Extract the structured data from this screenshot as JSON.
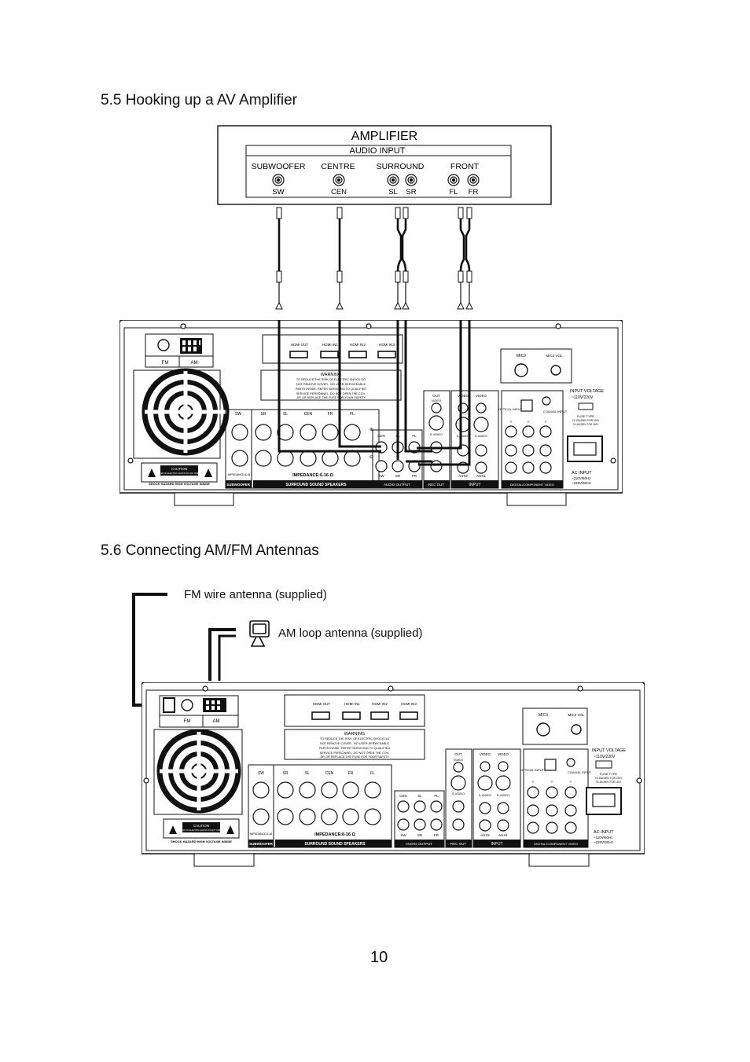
{
  "section_55": {
    "title": "5.5 Hooking up a AV Amplifier"
  },
  "amplifier": {
    "title": "AMPLIFIER",
    "audio_input": "AUDIO INPUT",
    "groups": [
      "SUBWOOFER",
      "CENTRE",
      "SURROUND",
      "FRONT"
    ],
    "jacks": [
      "SW",
      "CEN",
      "SL",
      "SR",
      "FL",
      "FR"
    ]
  },
  "receiver": {
    "fm": "FM",
    "am": "AM",
    "hdmi": [
      "HDMI OUT",
      "HDMI IN1",
      "HDMI IN2",
      "HDMI IN3"
    ],
    "mic3": "MIC3",
    "mic3_vol": "MIC3 VOL",
    "warning_title": "WARNING",
    "warning_lines": [
      "TO REDUCE THE RISK OF ELECTRIC SHOCK DO",
      "NOT REMOVE COVER . NO USER-SERVICEABLE",
      "PARTS INSIDE. REFER SERVICING TO QUALIFIED",
      "SERVICE PERSONNEL. DO NOT OPEN THE COV-",
      "-ER OR REPLACE THE FUSE FOR YOUR SAFETY."
    ],
    "speaker_cols": [
      "SW",
      "SR",
      "SL",
      "CEN",
      "FR",
      "FL"
    ],
    "impedance_small": "IMPEDANCE:6-16",
    "impedance": "IMPEDANCE:6-16 Ω",
    "subwoofer_bar": "SUBWOOFER",
    "surround_bar": "SURROUND SOUND SPEAKERS",
    "audio_output_bar": "AUDIO OUTPUT",
    "rec_out_bar": "REC OUT",
    "input_bar": "INPUT",
    "digital_bar": "DIGITAL/COMPONENT VIDEO",
    "audio_out_top": [
      "CEN",
      "SL",
      "FL"
    ],
    "audio_out_bottom": [
      "SW",
      "SR",
      "FR"
    ],
    "out": "OUT",
    "video": "VIDEO",
    "s_video": "S-VIDEO",
    "aux2": "AUX2",
    "aux1": "AUX1",
    "optical_input": "OPTICAL INPUT",
    "coaxial_input": "COAXIAL INPUT",
    "y": "Y",
    "pb_cb": "Pb/Cb",
    "pr_cr": "Pr/Cr",
    "input_voltage": "INPUT VOLTAGE",
    "voltage_sel": "~110V/220V",
    "fuse_type": "FUSE TYPE",
    "fuse_spec_1": "T3.15A/250V FOR 220V",
    "fuse_spec_2": "T6.3A/250V FOR 110V",
    "ac_input": "AC INPUT",
    "ac_spec_1": "~110V/60Hz",
    "ac_spec_2": "~220V/50Hz",
    "caution": "CAUTION",
    "caution_sub": "RISK OF ELECTRIC SHOCK DO NOT OPEN",
    "shock_hazard": "SHOCK HAZARD HIGH VOLTAGE INSIDE"
  },
  "section_56": {
    "title": "5.6 Connecting AM/FM  Antennas",
    "fm_label": "FM wire antenna (supplied)",
    "am_label": "AM loop antenna (supplied)"
  },
  "page_number": "10"
}
